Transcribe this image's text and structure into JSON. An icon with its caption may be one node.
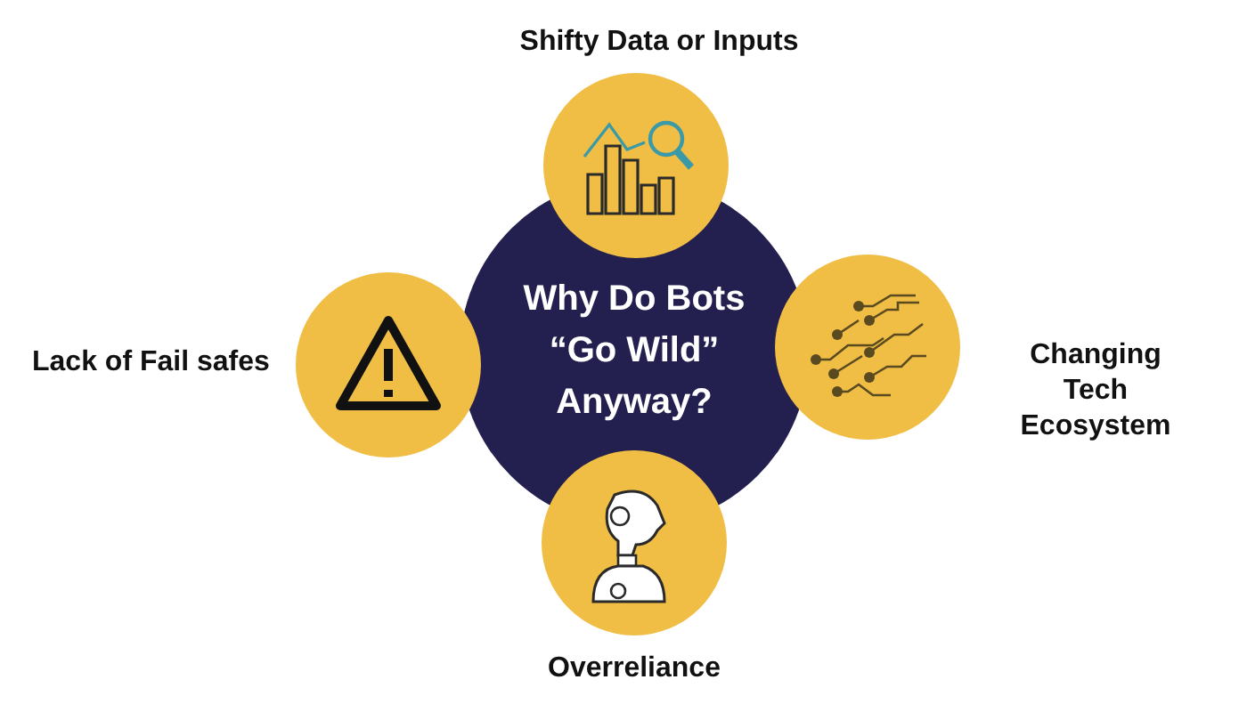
{
  "diagram": {
    "nodes": [
      {
        "text": [
          "Why Do Bots “Go Wild” Anyway?"
        ]
      },
      {
        "text": [
          "Shifty Data or Inputs"
        ]
      },
      {
        "text": [
          "Lack of Fail safes"
        ]
      },
      {
        "text": [
          "Changing Tech Ecosystem"
        ]
      },
      {
        "text": [
          "Overreliance"
        ]
      }
    ]
  }
}
